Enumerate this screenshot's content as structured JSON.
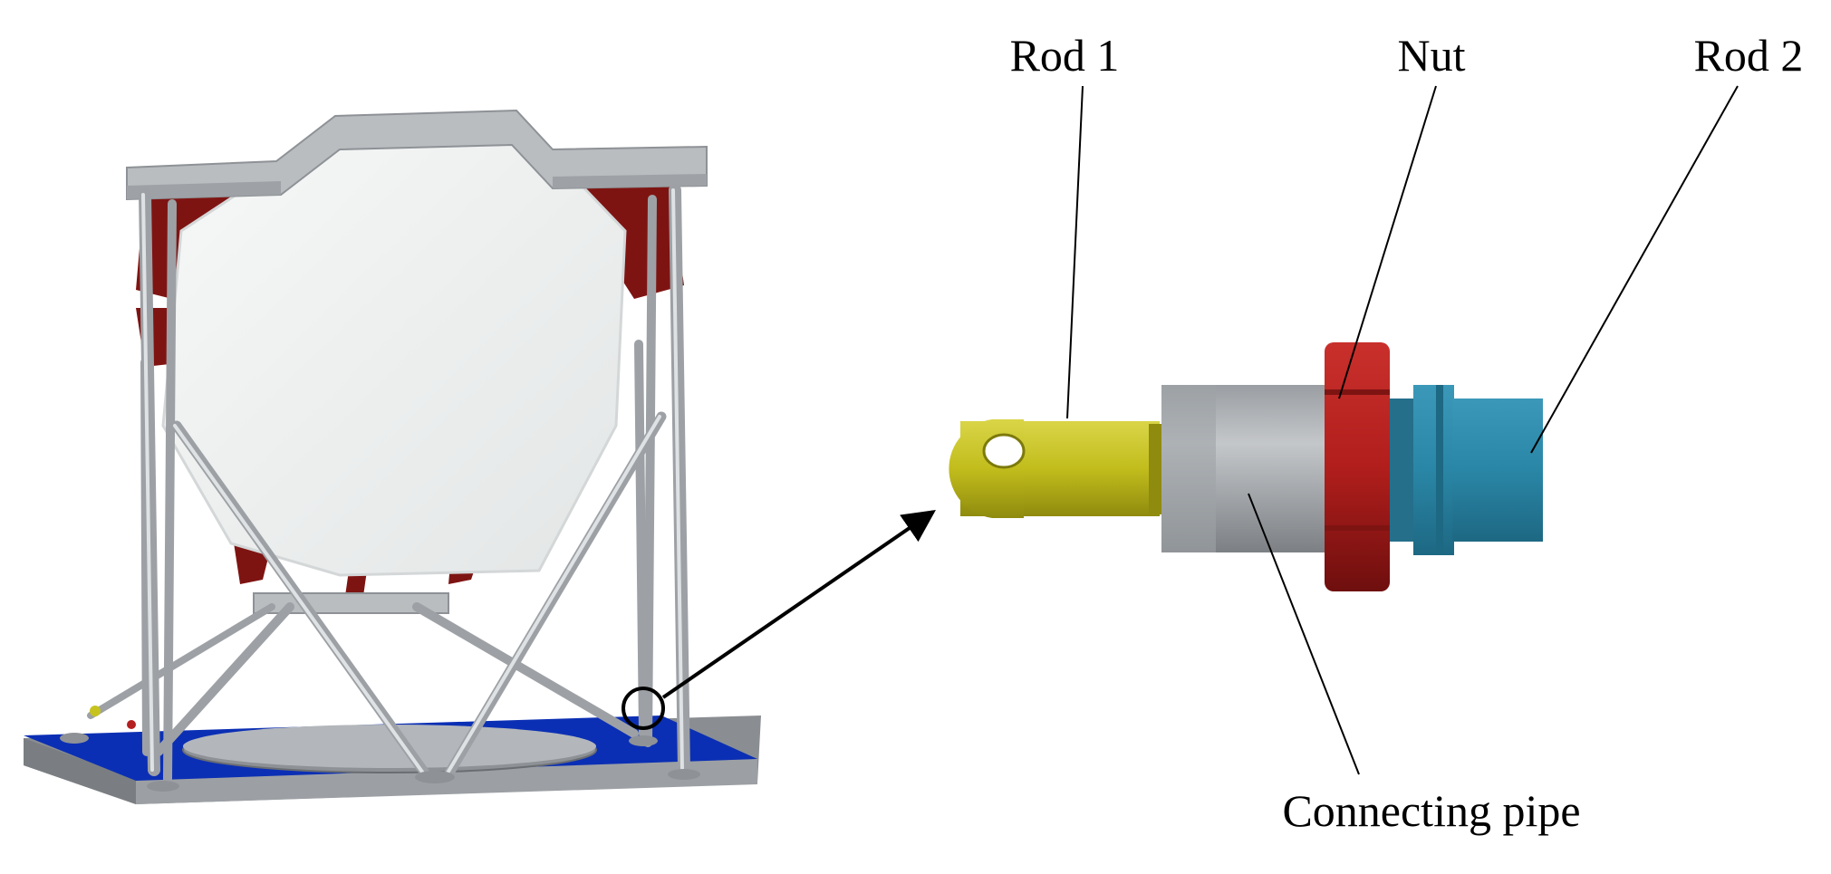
{
  "labels": {
    "rod1": "Rod 1",
    "nut": "Nut",
    "rod2": "Rod 2",
    "connecting_pipe": "Connecting pipe"
  },
  "colors": {
    "background": "#ffffff",
    "base_plate": "#0b2fb4",
    "base_side": "#8a8e92",
    "frame_silver": "#b9bdc0",
    "frame_red": "#7e1412",
    "mirror_face": "#eef0f0",
    "rod1_yellow": "#c7c31e",
    "pipe_gray": "#a8abae",
    "nut_red": "#b41f1f",
    "rod2_blue": "#2a86a6",
    "leader_line": "#000000"
  }
}
